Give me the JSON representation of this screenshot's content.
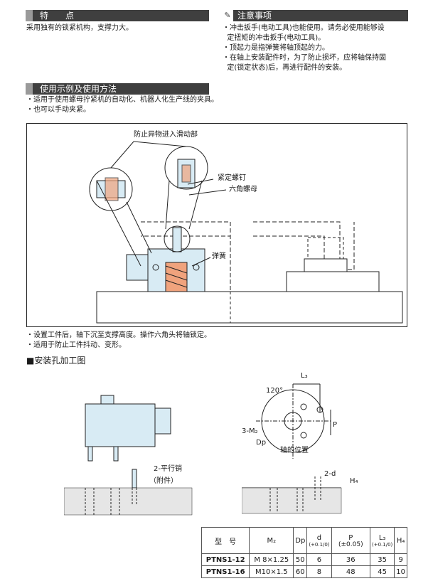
{
  "sections": {
    "features": {
      "title": "特　　点",
      "text": "采用独有的锁紧机构，支撑力大。"
    },
    "cautions": {
      "title": "注意事项",
      "items": [
        "・冲击扳手(电动工具)也能使用。请务必使用能够设",
        "  定扭矩的冲击扳手(电动工具)。",
        "・顶起力是指弹簧将轴顶起的力。",
        "・在轴上安装配件时，为了防止损坏，应将轴保持固",
        "  定(锁定状态)后，再进行配件的安装。"
      ]
    },
    "usage": {
      "title": "使用示例及使用方法",
      "items": [
        "・适用于使用螺母拧紧机的自动化、机器人化生产线的夹具。",
        "・也可以手动夹紧。"
      ]
    }
  },
  "diagram_labels": {
    "dust": "防止异物进入滑动部",
    "set_screw": "紧定螺钉",
    "hex_nut": "六角螺母",
    "spring": "弹簧"
  },
  "after_notes": [
    "・设置工件后，轴下沉至支撑高度。操作六角头将轴锁定。",
    "・适用于防止工件抖动、变形。"
  ],
  "mounting": {
    "title": "■安装孔加工图",
    "labels": {
      "pin": "2-平行销",
      "pin_note": "（附件）",
      "angle": "120°",
      "m2": "3-M₂",
      "dp": "Dp",
      "axis_pos": "轴的位置",
      "l3": "L₃",
      "p": "P",
      "two_d": "2-d",
      "h4": "H₄"
    }
  },
  "spec_table": {
    "headers": [
      "型　号",
      "M₂",
      "Dp",
      "d",
      "P",
      "L₃",
      "H₄"
    ],
    "header_subs": [
      "",
      "",
      "",
      "(+0.1/0)",
      "(±0.05)",
      "(+0.1/0)",
      ""
    ],
    "rows": [
      [
        "PTNS1-12",
        "M 8×1.25",
        "50",
        "6",
        "36",
        "35",
        "9"
      ],
      [
        "PTNS1-16",
        "M10×1.5",
        "60",
        "8",
        "48",
        "45",
        "10"
      ]
    ]
  }
}
